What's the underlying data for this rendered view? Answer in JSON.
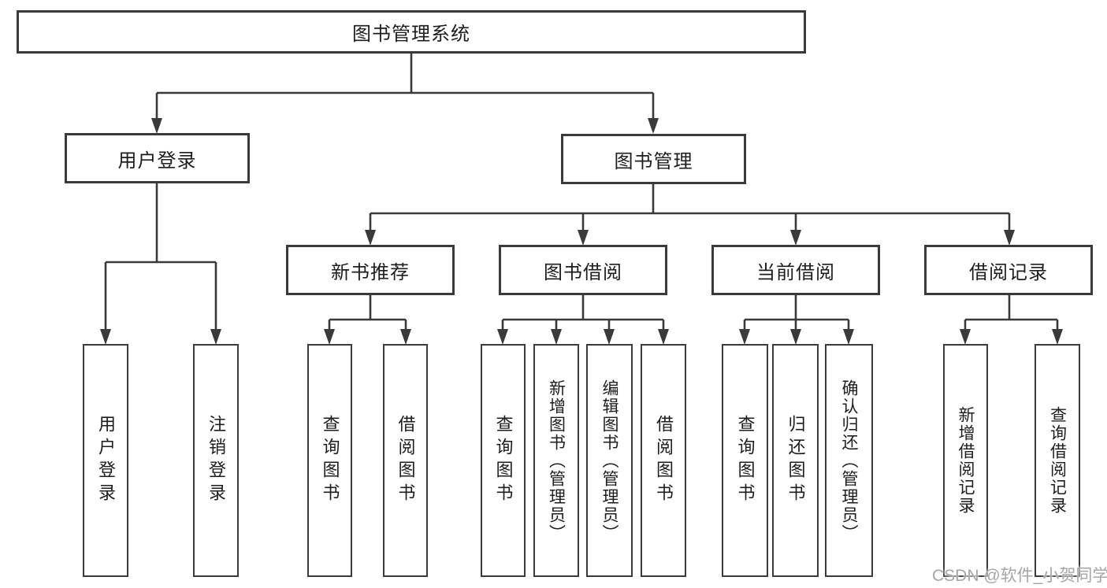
{
  "tree": {
    "root": {
      "label": "图书管理系统"
    },
    "level2": [
      {
        "label": "用户登录"
      },
      {
        "label": "图书管理"
      }
    ],
    "level3": [
      {
        "label": "新书推荐",
        "parent": "图书管理"
      },
      {
        "label": "图书借阅",
        "parent": "图书管理"
      },
      {
        "label": "当前借阅",
        "parent": "图书管理"
      },
      {
        "label": "借阅记录",
        "parent": "图书管理"
      }
    ],
    "leaves": [
      {
        "label": "用户登录",
        "parent": "用户登录"
      },
      {
        "label": "注销登录",
        "parent": "用户登录"
      },
      {
        "label": "查询图书",
        "parent": "新书推荐"
      },
      {
        "label": "借阅图书",
        "parent": "新书推荐"
      },
      {
        "label": "查询图书",
        "parent": "图书借阅"
      },
      {
        "label": "新增图书（管理员）",
        "parent": "图书借阅"
      },
      {
        "label": "编辑图书（管理员）",
        "parent": "图书借阅"
      },
      {
        "label": "借阅图书",
        "parent": "图书借阅"
      },
      {
        "label": "查询图书",
        "parent": "当前借阅"
      },
      {
        "label": "归还图书",
        "parent": "当前借阅"
      },
      {
        "label": "确认归还（管理员）",
        "parent": "当前借阅"
      },
      {
        "label": "新增借阅记录",
        "parent": "借阅记录"
      },
      {
        "label": "查询借阅记录",
        "parent": "借阅记录"
      }
    ]
  },
  "watermark": {
    "text": "CSDN @软件_小贺同学"
  },
  "colors": {
    "line": "#3a3a3a",
    "text": "#1d1d1d",
    "watermark": "#a6a6a6",
    "background": "#ffffff"
  }
}
